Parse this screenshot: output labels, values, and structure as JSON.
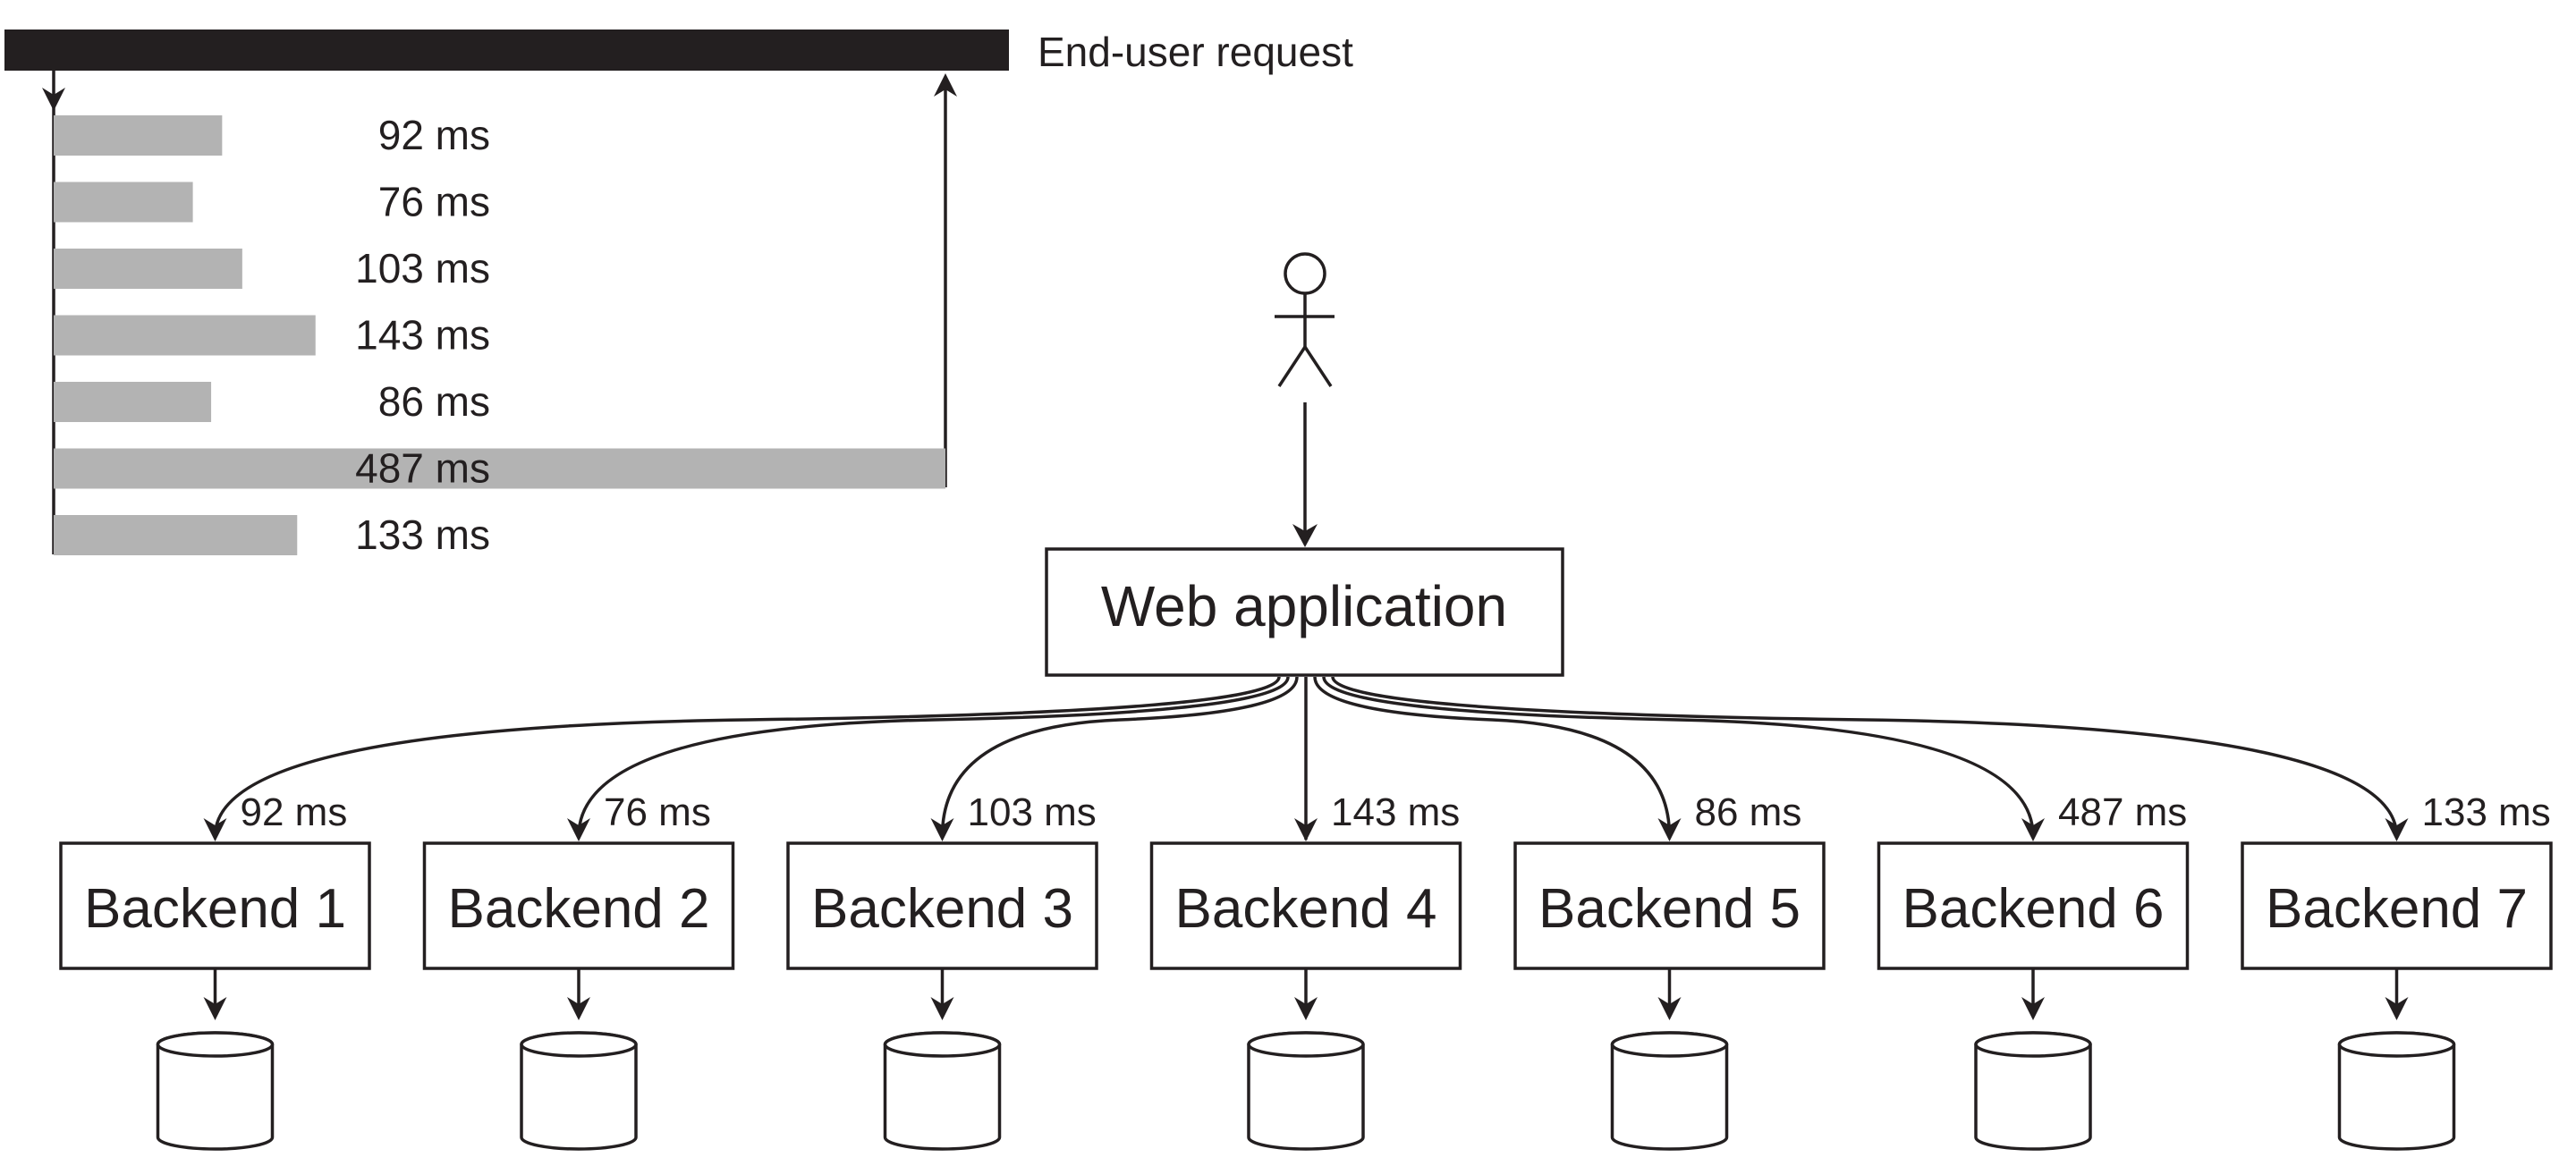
{
  "request_bar": {
    "label": "End-user request"
  },
  "latency_bars": [
    {
      "label": "92 ms",
      "value": 92
    },
    {
      "label": "76 ms",
      "value": 76
    },
    {
      "label": "103 ms",
      "value": 103
    },
    {
      "label": "143 ms",
      "value": 143
    },
    {
      "label": "86 ms",
      "value": 86
    },
    {
      "label": "487 ms",
      "value": 487
    },
    {
      "label": "133 ms",
      "value": 133
    }
  ],
  "web_app": {
    "label": "Web application"
  },
  "user": {
    "icon": "user-icon"
  },
  "backends": [
    {
      "label": "Backend 1",
      "latency": "92 ms"
    },
    {
      "label": "Backend 2",
      "latency": "76 ms"
    },
    {
      "label": "Backend 3",
      "latency": "103 ms"
    },
    {
      "label": "Backend 4",
      "latency": "143 ms"
    },
    {
      "label": "Backend 5",
      "latency": "86 ms"
    },
    {
      "label": "Backend 6",
      "latency": "487 ms"
    },
    {
      "label": "Backend 7",
      "latency": "133 ms"
    }
  ],
  "colors": {
    "ink": "#231f20",
    "bar": "#b3b3b3"
  }
}
